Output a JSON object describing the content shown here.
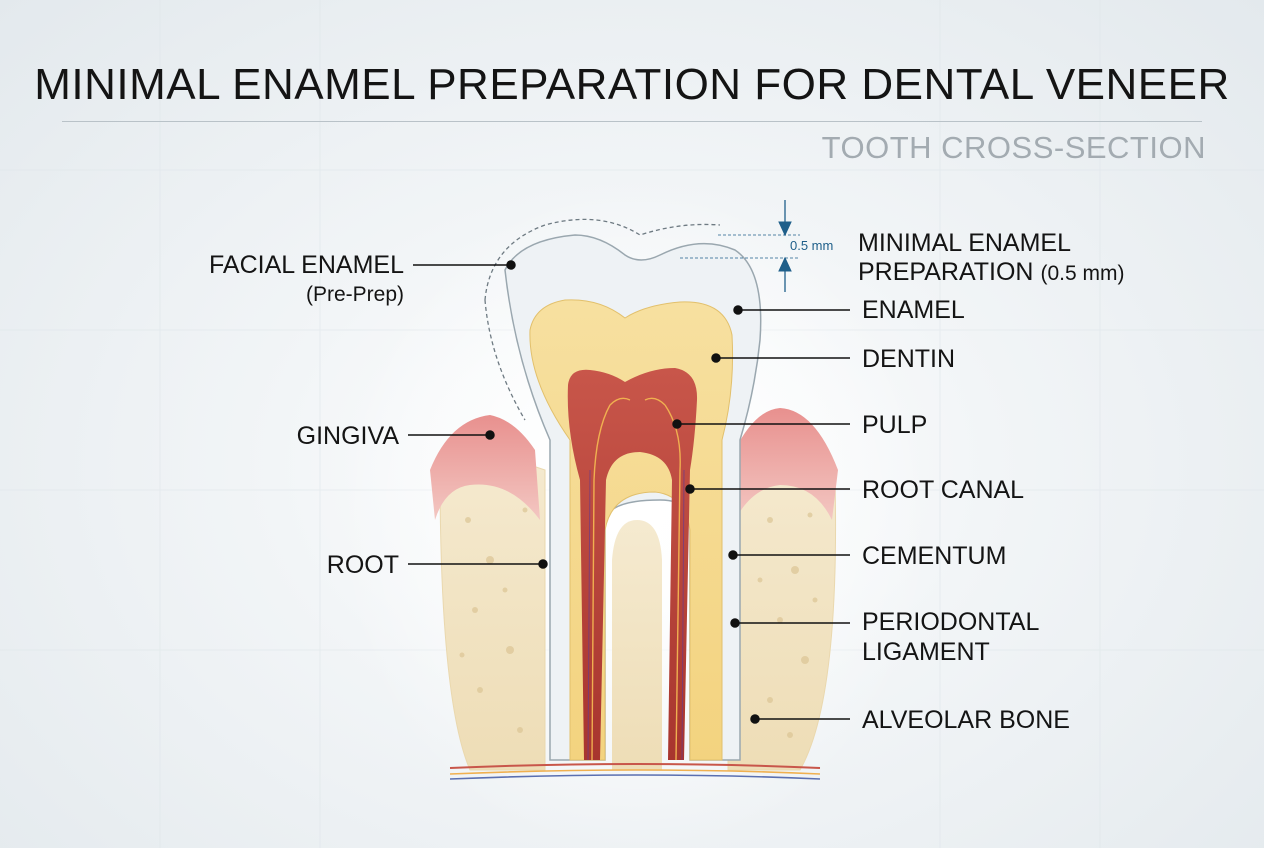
{
  "title": "MINIMAL ENAMEL PREPARATION FOR DENTAL VENEER",
  "subtitle": "TOOTH CROSS-SECTION",
  "measurement": "0.5 mm",
  "labels": {
    "facial_enamel": "FACIAL ENAMEL",
    "facial_enamel_note": "(Pre-Prep)",
    "gingiva": "GINGIVA",
    "root": "ROOT",
    "minimal_prep_line1": "MINIMAL ENAMEL",
    "minimal_prep_line2": "PREPARATION",
    "minimal_prep_note": "(0.5 mm)",
    "enamel": "ENAMEL",
    "dentin": "DENTIN",
    "pulp": "PULP",
    "root_canal": "ROOT CANAL",
    "cementum": "CEMENTUM",
    "periodontal_line1": "PERIODONTAL",
    "periodontal_line2": "LIGAMENT",
    "alveolar_bone": "ALVEOLAR BONE"
  },
  "colors": {
    "enamel": "#f4f7f9",
    "dentin": "#f6dc8c",
    "pulp": "#b8463c",
    "gingiva": "#e58f8d",
    "bone": "#f3e6c8",
    "accent_blue": "#1f5f8a"
  }
}
